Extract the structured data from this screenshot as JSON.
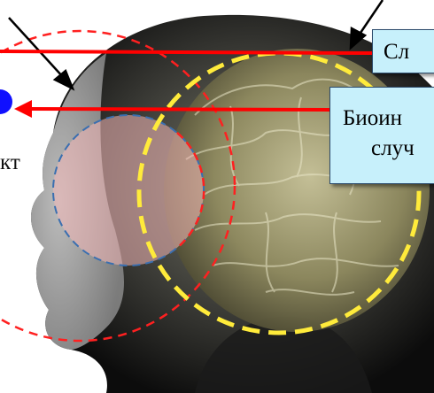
{
  "labels": {
    "top_callout": "Сл",
    "mid_callout_line1": "Биоин",
    "mid_callout_line2": "случ",
    "left_text": "кт"
  },
  "colors": {
    "arrow": "#ff0000",
    "outer_dashed_ellipse": "#ff2020",
    "inner_circle_dashed": "#3a6fb0",
    "large_circle_dashed": "#ffeb3b",
    "callout_fill": "#c7f0fb",
    "blue_dot": "#1010ff"
  }
}
